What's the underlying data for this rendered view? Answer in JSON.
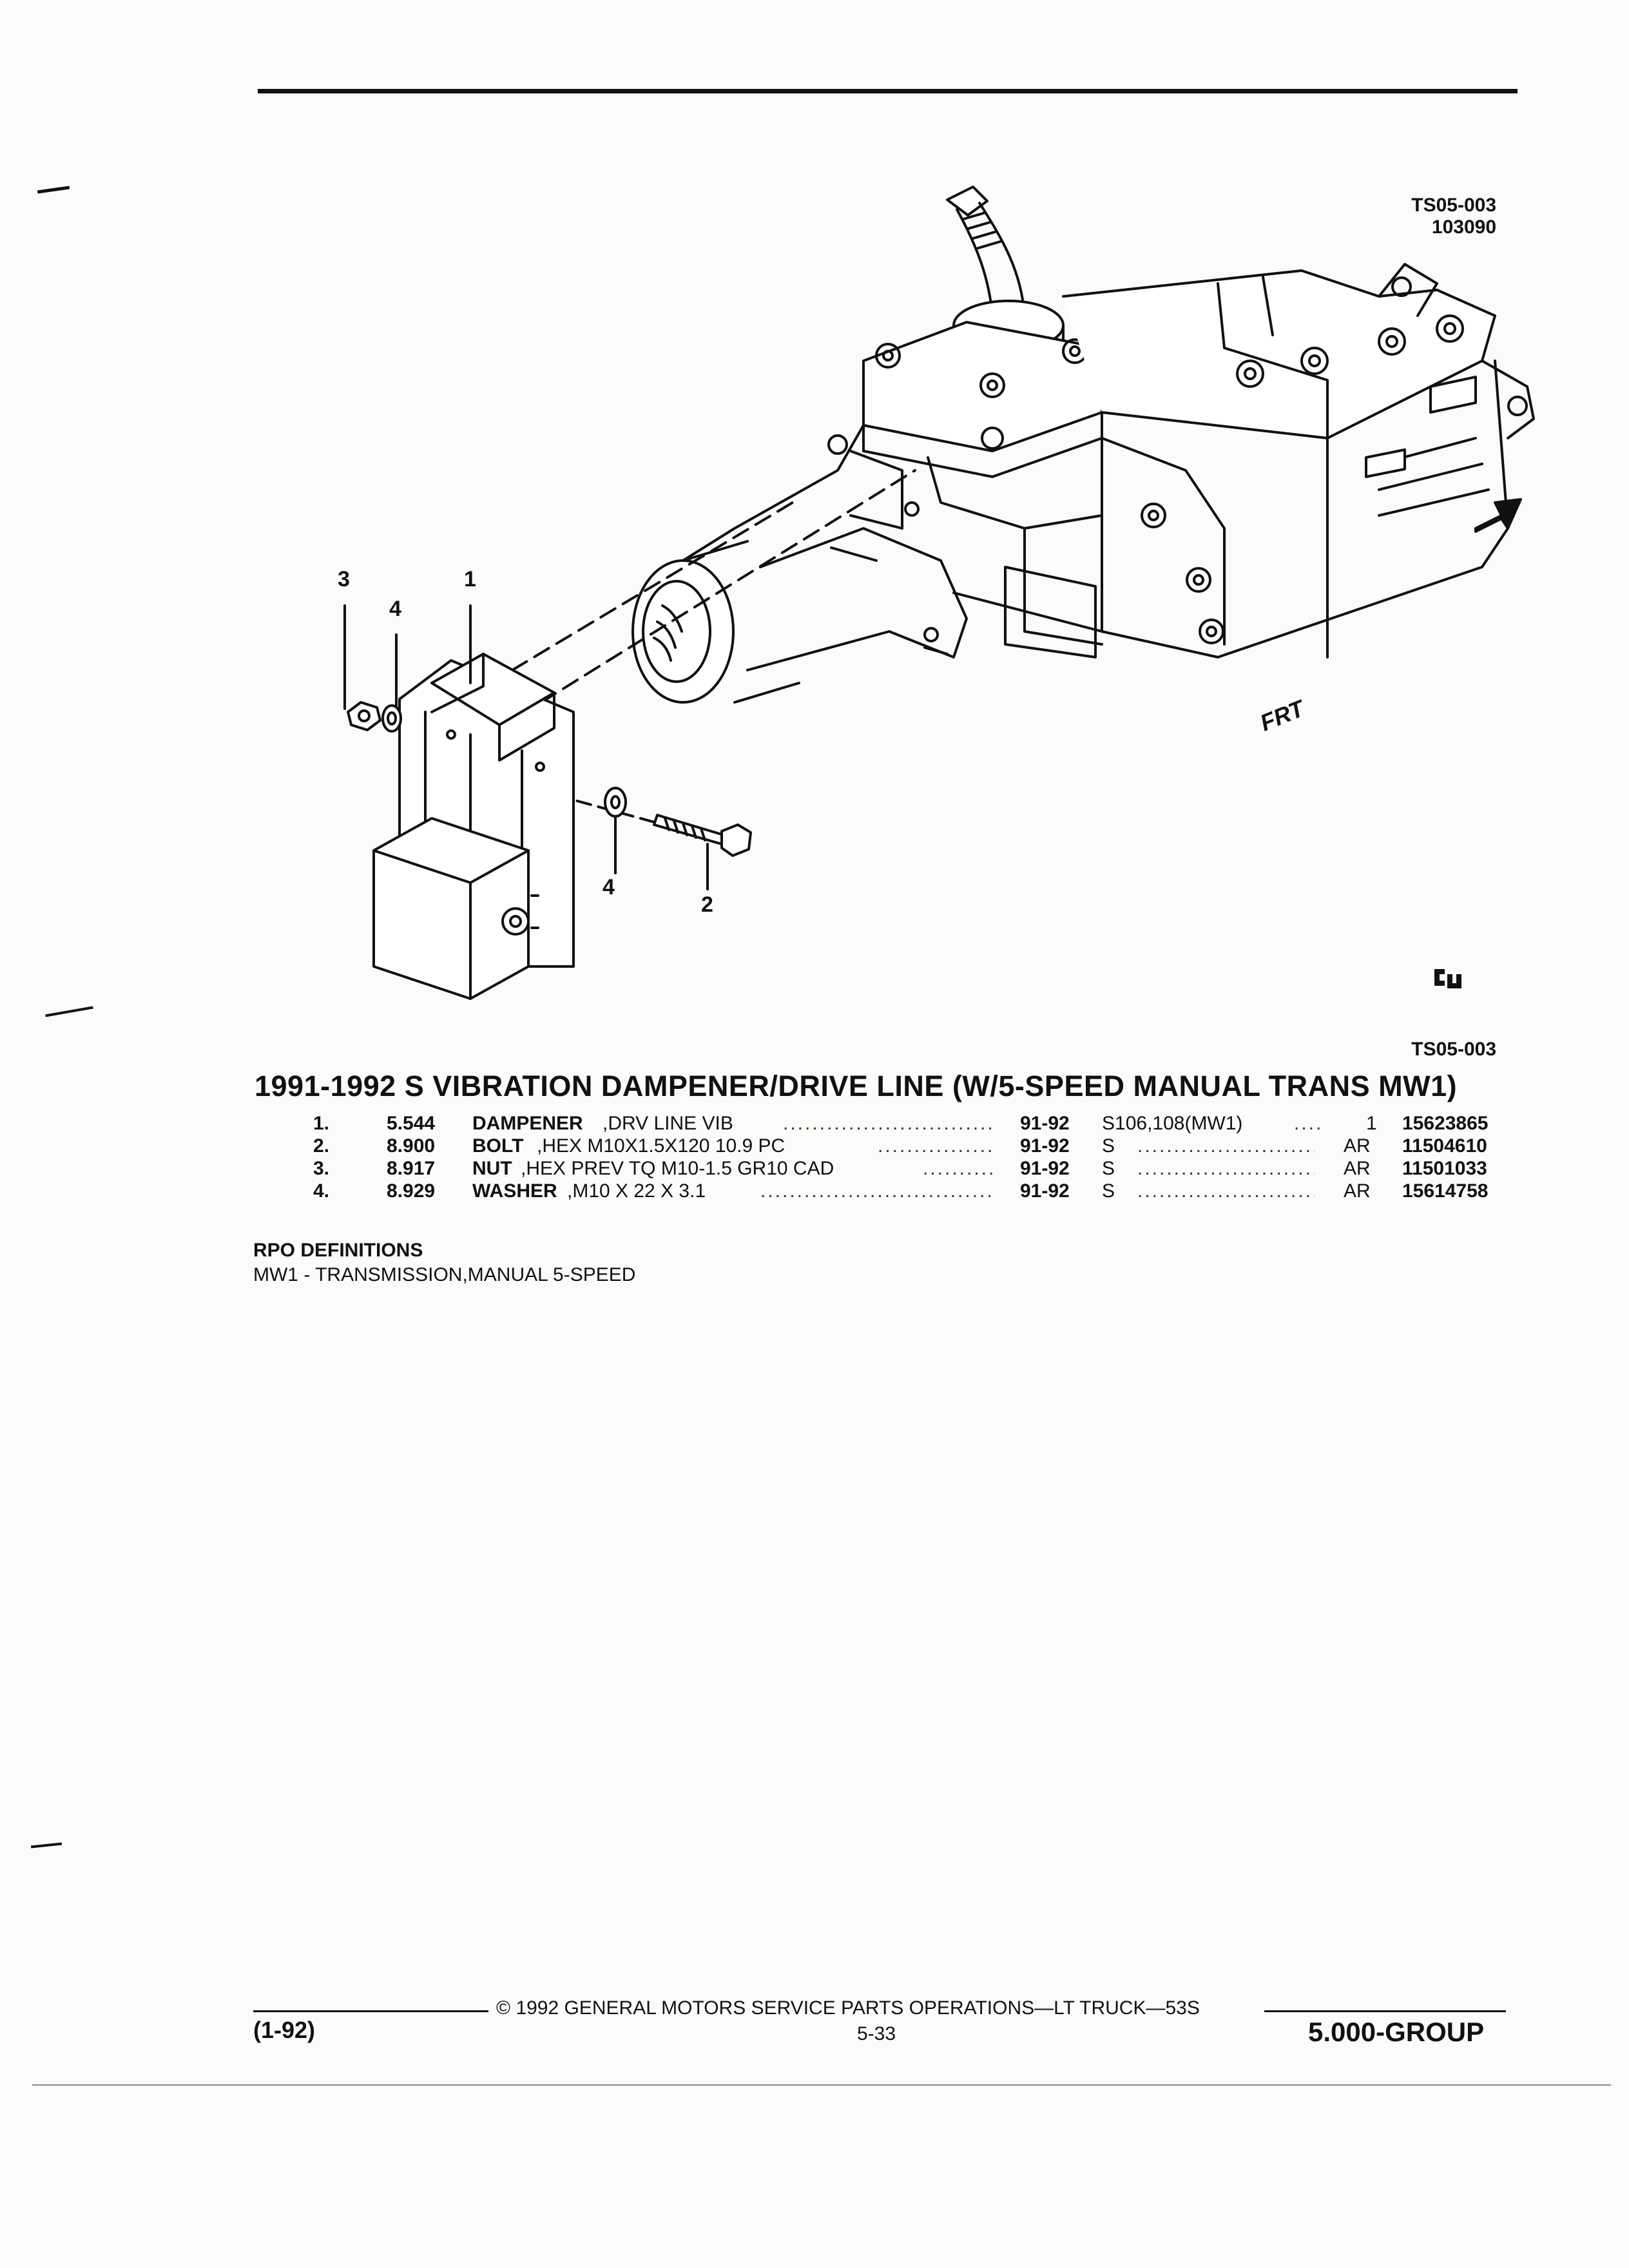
{
  "figure": {
    "code_top": "TS05-003",
    "number_top": "103090",
    "code_bottom": "TS05-003",
    "frt_label": "FRT",
    "callouts": [
      "1",
      "2",
      "3",
      "4",
      "4"
    ]
  },
  "title": "1991-1992 S VIBRATION DAMPENER/DRIVE LINE (W/5-SPEED MANUAL TRANS MW1)",
  "parts": [
    {
      "item": "1.",
      "ref": "5.544",
      "name": "DAMPENER",
      "desc": ",DRV LINE VIB",
      "years": "91-92",
      "usage": "S106,108(MW1)",
      "qty": "1",
      "part_no": "15623865"
    },
    {
      "item": "2.",
      "ref": "8.900",
      "name": "BOLT",
      "desc": ",HEX M10X1.5X120 10.9 PC",
      "years": "91-92",
      "usage": "S",
      "qty": "AR",
      "part_no": "11504610"
    },
    {
      "item": "3.",
      "ref": "8.917",
      "name": "NUT",
      "desc": ",HEX PREV TQ M10-1.5 GR10 CAD",
      "years": "91-92",
      "usage": "S",
      "qty": "AR",
      "part_no": "11501033"
    },
    {
      "item": "4.",
      "ref": "8.929",
      "name": "WASHER",
      "desc": ",M10 X 22 X 3.1",
      "years": "91-92",
      "usage": "S",
      "qty": "AR",
      "part_no": "15614758"
    }
  ],
  "rpo": {
    "heading": "RPO DEFINITIONS",
    "definition": "MW1 - TRANSMISSION,MANUAL 5-SPEED"
  },
  "footer": {
    "date_code": "(1-92)",
    "copyright": "© 1992 GENERAL MOTORS SERVICE PARTS OPERATIONS—LT TRUCK—53S",
    "page": "5-33",
    "group": "5.000-GROUP"
  }
}
